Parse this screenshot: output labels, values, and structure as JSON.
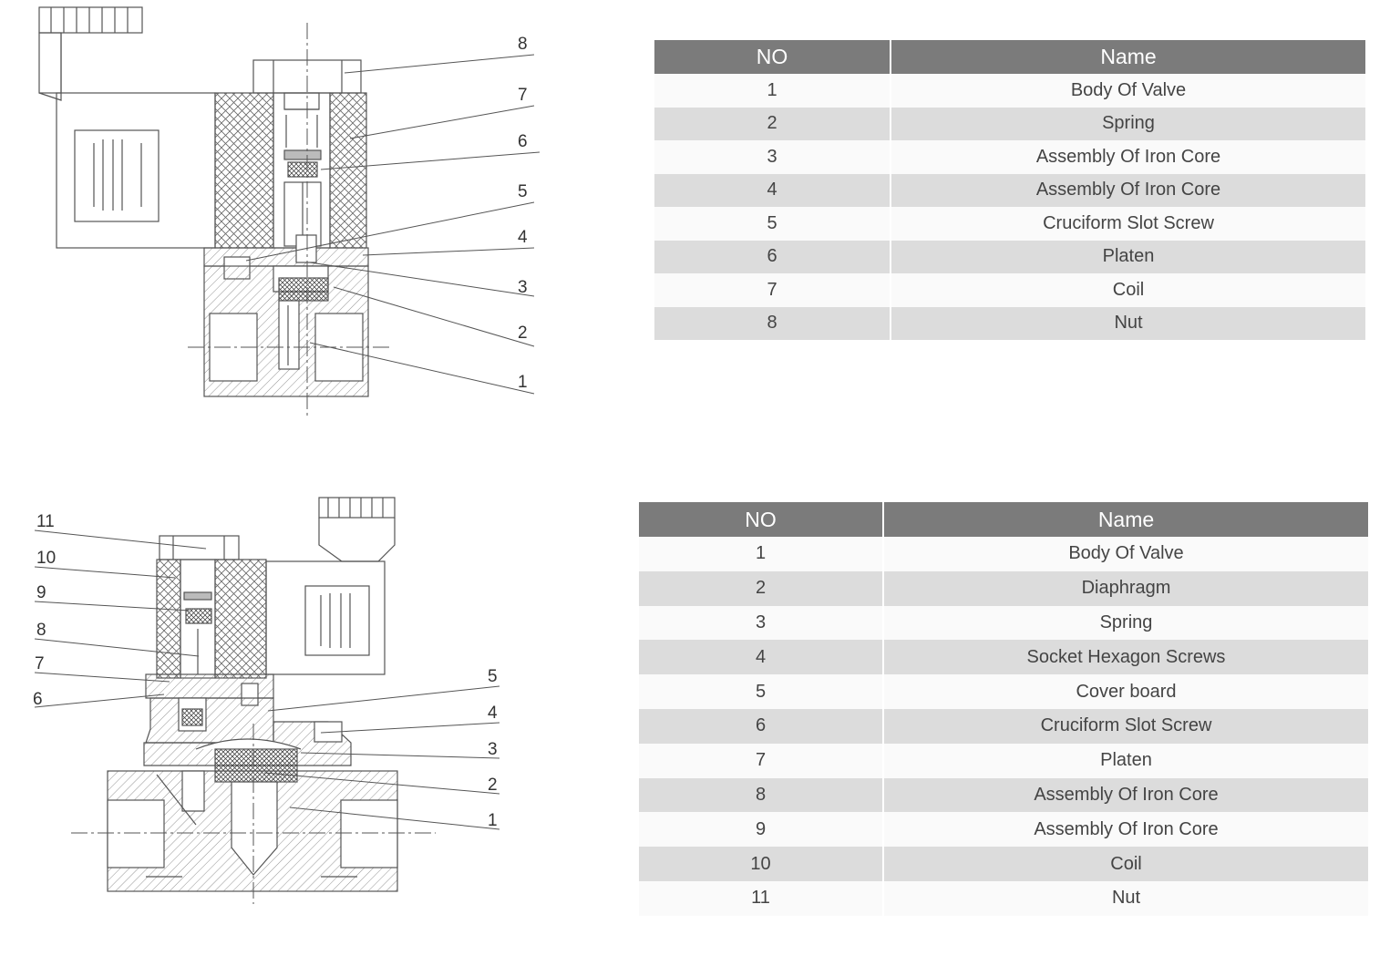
{
  "diagram_1": {
    "callouts": [
      "8",
      "7",
      "6",
      "5",
      "4",
      "3",
      "2",
      "1"
    ]
  },
  "diagram_2": {
    "callouts_left": [
      "11",
      "10",
      "9",
      "8",
      "7",
      "6"
    ],
    "callouts_right": [
      "5",
      "4",
      "3",
      "2",
      "1"
    ]
  },
  "table_1": {
    "headers": {
      "no": "NO",
      "name": "Name"
    },
    "rows": [
      {
        "no": "1",
        "name": "Body Of Valve"
      },
      {
        "no": "2",
        "name": "Spring"
      },
      {
        "no": "3",
        "name": "Assembly Of Iron Core"
      },
      {
        "no": "4",
        "name": "Assembly Of Iron Core"
      },
      {
        "no": "5",
        "name": "Cruciform Slot Screw"
      },
      {
        "no": "6",
        "name": "Platen"
      },
      {
        "no": "7",
        "name": "Coil"
      },
      {
        "no": "8",
        "name": "Nut"
      }
    ]
  },
  "table_2": {
    "headers": {
      "no": "NO",
      "name": "Name"
    },
    "rows": [
      {
        "no": "1",
        "name": "Body Of Valve"
      },
      {
        "no": "2",
        "name": "Diaphragm"
      },
      {
        "no": "3",
        "name": "Spring"
      },
      {
        "no": "4",
        "name": "Socket Hexagon Screws"
      },
      {
        "no": "5",
        "name": "Cover board"
      },
      {
        "no": "6",
        "name": "Cruciform Slot Screw"
      },
      {
        "no": "7",
        "name": "Platen"
      },
      {
        "no": "8",
        "name": "Assembly Of Iron Core"
      },
      {
        "no": "9",
        "name": "Assembly Of Iron Core"
      },
      {
        "no": "10",
        "name": "Coil"
      },
      {
        "no": "11",
        "name": "Nut"
      }
    ]
  },
  "colors": {
    "header_bg": "#7b7b7b",
    "row_light": "#fafafa",
    "row_dark": "#dcdcdc",
    "line": "#555555"
  }
}
